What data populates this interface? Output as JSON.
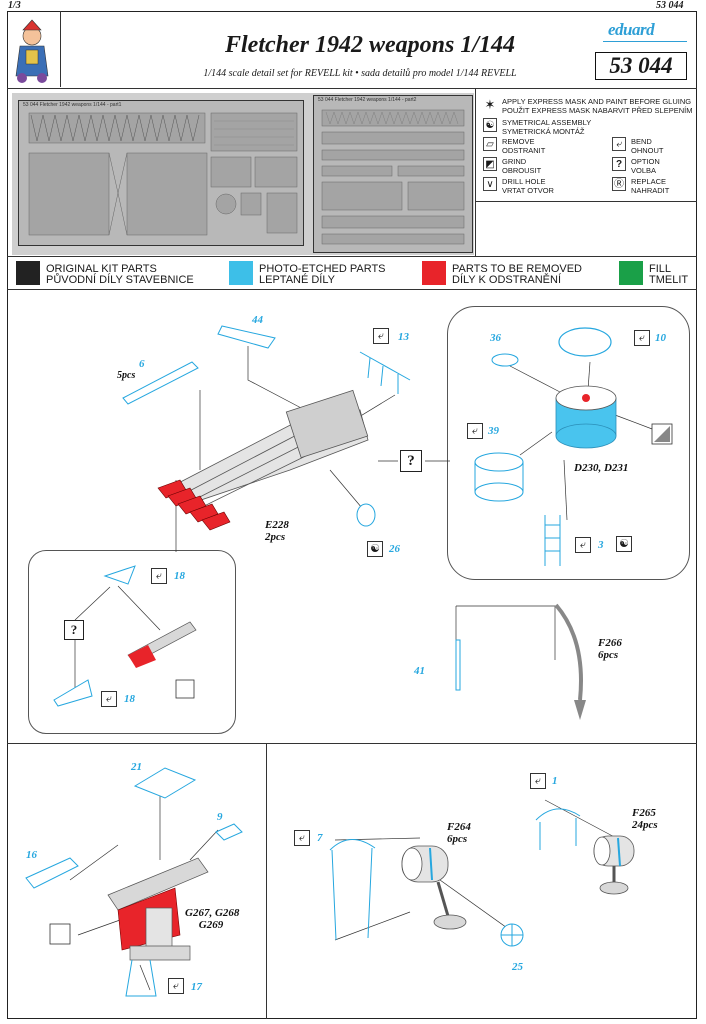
{
  "page": {
    "page_number": "1/3",
    "catalog_number_top": "53 044"
  },
  "header": {
    "title": "Fletcher 1942 weapons  1/144",
    "subtitle": "1/144 scale detail set for REVELL kit  • sada detailů pro model 1/144 REVELL",
    "brand": "eduard",
    "catalog_number": "53 044"
  },
  "frets": {
    "fret1_caption": "53 044 Fletcher 1942 weapons 1/144 - part1",
    "fret2_caption": "53 044 Fletcher 1942 weapons 1/144 - part2"
  },
  "legend": {
    "items": [
      {
        "icon": "express-mask-icon",
        "glyph": "✶",
        "lines": [
          "APPLY EXPRESS MASK AND PAINT BEFORE GLUING",
          "POUŽIT EXPRESS MASK NABARVIT PŘED SLEPENÍM"
        ]
      },
      {
        "icon": "symmetrical-icon",
        "glyph": "☯",
        "lines": [
          "SYMETRICAL ASSEMBLY",
          "SYMETRICKÁ MONTÁŽ"
        ]
      },
      {
        "icon": "remove-icon",
        "glyph": "▱",
        "lines": [
          "REMOVE",
          "ODSTRANIT"
        ]
      },
      {
        "icon": "bend-icon",
        "glyph": "⤶",
        "lines": [
          "BEND",
          "OHNOUT"
        ]
      },
      {
        "icon": "grind-icon",
        "glyph": "◩",
        "lines": [
          "GRIND",
          "OBROUSIT"
        ]
      },
      {
        "icon": "option-icon",
        "glyph": "?",
        "lines": [
          "OPTION",
          "VOLBA"
        ]
      },
      {
        "icon": "drill-hole-icon",
        "glyph": "∨",
        "lines": [
          "DRILL HOLE",
          "VRTAT OTVOR"
        ]
      },
      {
        "icon": "replace-icon",
        "glyph": "Ⓡ",
        "lines": [
          "REPLACE",
          "NAHRADIT"
        ]
      }
    ]
  },
  "color_key": [
    {
      "color": "#222222",
      "line1": "ORIGINAL KIT PARTS",
      "line2": "PŮVODNÍ DÍLY STAVEBNICE"
    },
    {
      "color": "#3dbfe8",
      "line1": "PHOTO-ETCHED PARTS",
      "line2": "LEPTANÉ DÍLY"
    },
    {
      "color": "#e8242a",
      "line1": "PARTS TO BE REMOVED",
      "line2": "DÍLY K ODSTRANĚNÍ"
    },
    {
      "color": "#1aa048",
      "line1": "FILL",
      "line2": "TMELIT"
    }
  ],
  "colors": {
    "pe_blue": "#26a7df",
    "remove_red": "#e8242a",
    "frame": "#222222"
  },
  "callouts": {
    "p44": "44",
    "p13": "13",
    "p6": "6",
    "p6_qty": "5pcs",
    "e228": "E228\n2pcs",
    "p26": "26",
    "p36": "36",
    "p10": "10",
    "p39": "39",
    "d230": "D230, D231",
    "p3": "3",
    "p18a": "18",
    "p18b": "18",
    "p41": "41",
    "f266": "F266\n6pcs",
    "p21": "21",
    "p9": "9",
    "p16": "16",
    "p17": "17",
    "g267": "G267, G268\n     G269",
    "p1": "1",
    "f265": "F265\n24pcs",
    "p7": "7",
    "f264": "F264\n6pcs",
    "p25": "25",
    "option_q": "?"
  }
}
